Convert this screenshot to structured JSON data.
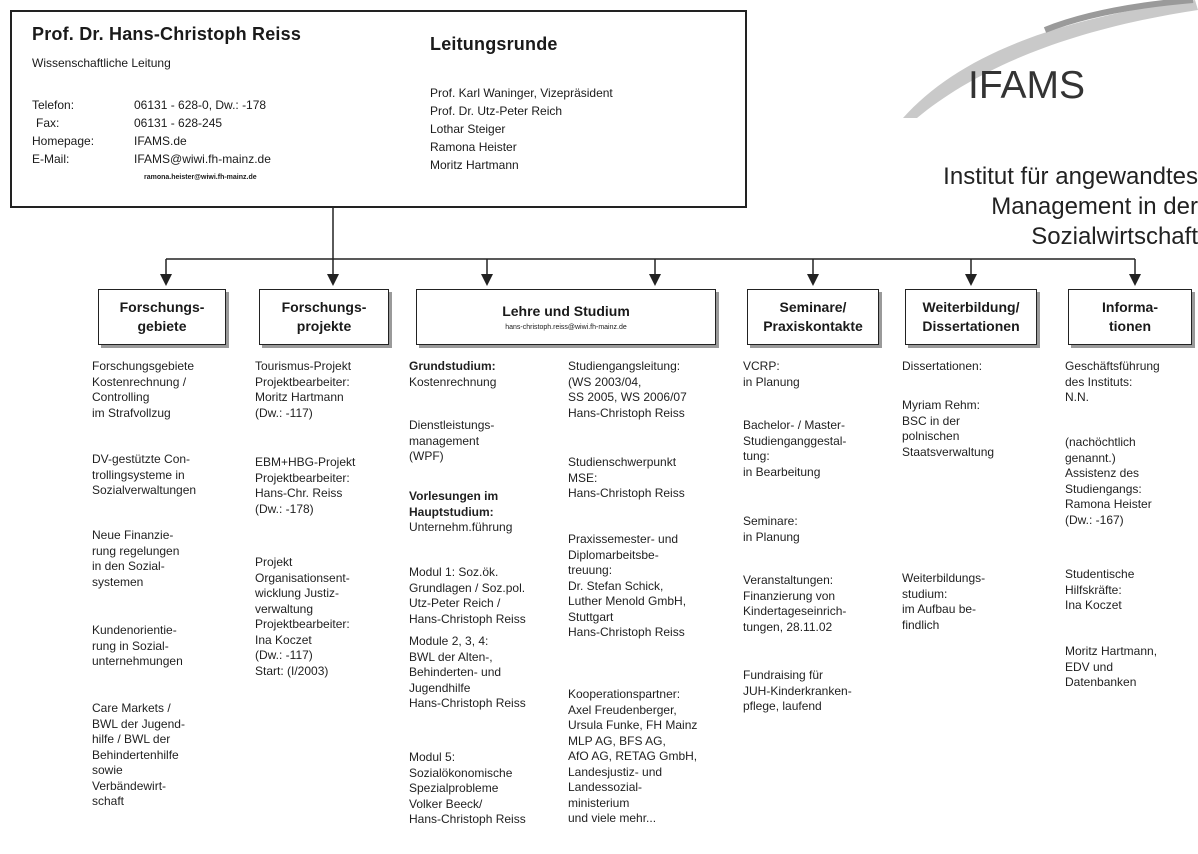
{
  "header": {
    "name": "Prof. Dr. Hans-Christoph Reiss",
    "role": "Wissenschaftliche Leitung",
    "contacts": [
      {
        "key": "Telefon:",
        "value": "06131 - 628-0, Dw.: -178"
      },
      {
        "key": "Fax:",
        "value": "06131 - 628-245"
      },
      {
        "key": "Homepage:",
        "value": "IFAMS.de"
      },
      {
        "key": "E-Mail:",
        "value": "IFAMS@wiwi.fh-mainz.de"
      }
    ],
    "email2": "ramona.heister@wiwi.fh-mainz.de",
    "leitungsrunde_title": "Leitungsrunde",
    "leitungsrunde_members": [
      "Prof. Karl Waninger, Vizepräsident",
      "Prof. Dr. Utz-Peter Reich",
      "Lothar Steiger",
      "Ramona Heister",
      "Moritz Hartmann"
    ]
  },
  "logo": {
    "text": "IFAMS",
    "institute": "Institut für angewandtes Management in der Sozialwirtschaft"
  },
  "columns": [
    {
      "title": "Forschungs-\ngebiete",
      "items": [
        "Forschungsgebiete\nKostenrechnung /\nControlling\nim Strafvollzug",
        "DV-gestützte Con-\ntrollingsysteme in\nSozialverwaltungen",
        "Neue Finanzie-\nrung regelungen\nin den Sozial-\nsystemen",
        "Kundenorientie-\nrung in Sozial-\nunternehmungen",
        "Care Markets /\nBWL der Jugend-\nhilfe / BWL der\nBehindertenhilfe\nsowie\nVerbändewirt-\nschaft"
      ]
    },
    {
      "title": "Forschungs-\nprojekte",
      "items": [
        "Tourismus-Projekt\nProjektbearbeiter:\nMoritz Hartmann\n(Dw.: -117)",
        "EBM+HBG-Projekt\nProjektbearbeiter:\nHans-Chr. Reiss\n(Dw.: -178)",
        "Projekt\nOrganisationsent-\nwicklung Justiz-\nverwaltung\nProjektbearbeiter:\nIna Koczet\n(Dw.: -117)\nStart: (I/2003)"
      ]
    },
    {
      "title": "Lehre und Studium",
      "subtitle": "hans-christoph.reiss@wiwi.fh-mainz.de",
      "left_items": [
        {
          "bold": "Grundstudium:",
          "text": "Kostenrechnung"
        },
        {
          "bold": "",
          "text": "Dienstleistungs-\nmanagement\n(WPF)"
        },
        {
          "bold": "Vorlesungen im\nHauptstudium:",
          "text": "Unternehm.führung"
        },
        {
          "bold": "",
          "text": "Modul 1: Soz.ök.\nGrundlagen / Soz.pol.\nUtz-Peter Reich /\nHans-Christoph Reiss"
        },
        {
          "bold": "",
          "text": "Module 2, 3, 4:\nBWL der Alten-,\nBehinderten- und\nJugendhilfe\nHans-Christoph Reiss"
        },
        {
          "bold": "",
          "text": "Modul 5:\nSozialökonomische\nSpezialprobleme\nVolker Beeck/\nHans-Christoph Reiss"
        }
      ],
      "right_items": [
        "Studiengangsleitung:\n(WS 2003/04,\nSS 2005, WS 2006/07\nHans-Christoph Reiss",
        "Studienschwerpunkt\nMSE:\nHans-Christoph Reiss",
        "Praxissemester- und\nDiplomarbeitsbe-\ntreuung:\nDr. Stefan Schick,\nLuther Menold GmbH,\nStuttgart\nHans-Christoph Reiss",
        "Kooperationspartner:\nAxel Freudenberger,\nUrsula Funke, FH Mainz\nMLP AG, BFS AG,\nAfO AG, RETAG GmbH,\nLandesjustiz- und\nLandessozial-\nministerium\nund viele mehr..."
      ]
    },
    {
      "title": "Seminare/\nPraxiskontakte",
      "items": [
        "VCRP:\nin Planung",
        "Bachelor- / Master-\nStudienganggestal-\ntung:\nin Bearbeitung",
        "Seminare:\nin Planung",
        "Veranstaltungen:\nFinanzierung von\nKindertageseinrich-\ntungen, 28.11.02",
        "Fundraising für\nJUH-Kinderkranken-\npflege, laufend"
      ]
    },
    {
      "title": "Weiterbildung/\nDissertationen",
      "items": [
        "Dissertationen:",
        "Myriam Rehm:\nBSC in der\npolnischen\nStaatsverwaltung",
        "Weiterbildungs-\nstudium:\nim Aufbau be-\nfindlich"
      ]
    },
    {
      "title": "Informa-\ntionen",
      "items": [
        "Geschäftsführung\ndes Instituts:\nN.N.",
        "(nachöchtlich\ngenannt.)\nAssistenz des\nStudiengangs:\nRamona Heister\n(Dw.: -167)",
        "Studentische\nHilfskräfte:\nIna Koczet",
        "Moritz Hartmann,\nEDV und\nDatenbanken"
      ]
    }
  ]
}
